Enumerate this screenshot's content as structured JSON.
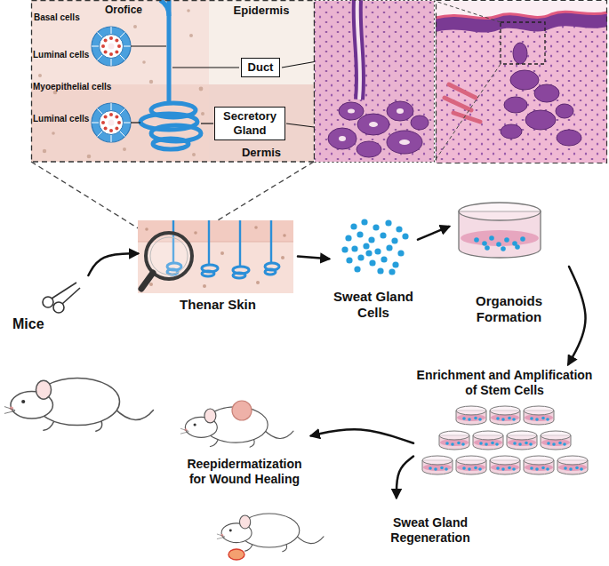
{
  "diagram": {
    "nodes": [
      {
        "text": [
          "Duct"
        ]
      },
      {
        "text": [
          "Secretory Gland"
        ]
      },
      {
        "text": [
          "Mice"
        ]
      },
      {
        "text": [
          "Thenar Skin"
        ]
      },
      {
        "text": [
          "Sweat Gland Cells"
        ]
      },
      {
        "text": [
          "Organoids Formation"
        ]
      },
      {
        "text": [
          "Enrichment and Amplification of Stem Cells"
        ]
      },
      {
        "text": [
          "Reepidermatization for Wound Healing"
        ]
      },
      {
        "text": [
          "Sweat Gland Regeneration"
        ]
      }
    ],
    "edges": [
      {
        "from": 2,
        "to": 3,
        "arrow": "to"
      },
      {
        "from": 3,
        "to": 4,
        "arrow": "to"
      },
      {
        "from": 4,
        "to": 5,
        "arrow": "to"
      },
      {
        "from": 5,
        "to": 6,
        "arrow": "to"
      },
      {
        "from": 6,
        "to": 7,
        "arrow": "to"
      },
      {
        "from": 6,
        "to": 8,
        "arrow": "to"
      }
    ],
    "labels": [
      "Basal cells",
      "Orofice",
      "Epidermis",
      "Luminal cells",
      "Myoepithelial cells",
      "Luminal cells",
      "Dermis"
    ]
  }
}
